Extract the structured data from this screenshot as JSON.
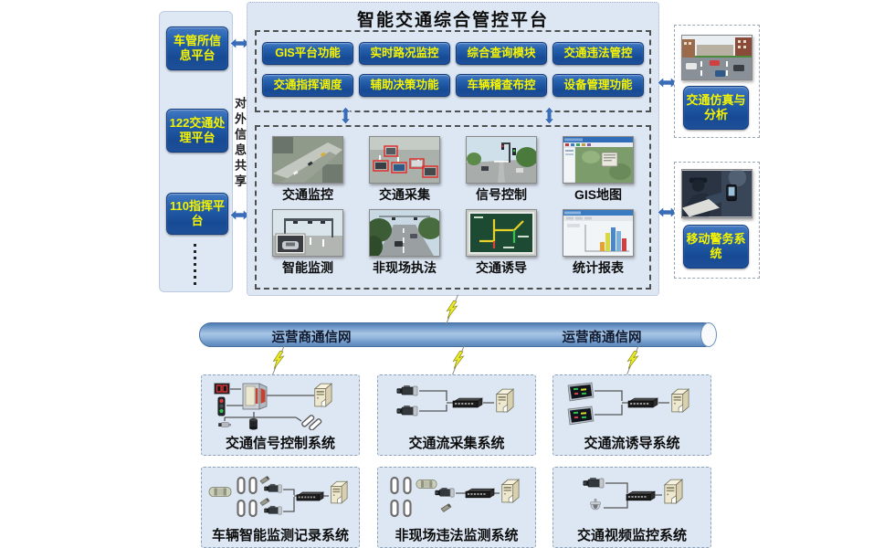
{
  "platform": {
    "title": "智能交通综合管控平台",
    "functions": [
      "GIS平台功能",
      "实时路况监控",
      "综合查询模块",
      "交通违法管控",
      "交通指挥调度",
      "辅助决策功能",
      "车辆稽查布控",
      "设备管理功能"
    ],
    "applications": [
      {
        "label": "交通监控",
        "icon": "traffic-surveillance-photo"
      },
      {
        "label": "交通采集",
        "icon": "traffic-capture-photo"
      },
      {
        "label": "信号控制",
        "icon": "signal-control-photo"
      },
      {
        "label": "GIS地图",
        "icon": "gis-map-photo"
      },
      {
        "label": "智能监测",
        "icon": "smart-monitoring-photo"
      },
      {
        "label": "非现场执法",
        "icon": "offsite-enforcement-photo"
      },
      {
        "label": "交通诱导",
        "icon": "traffic-guidance-photo"
      },
      {
        "label": "统计报表",
        "icon": "statistics-report-photo"
      }
    ]
  },
  "external": {
    "share_label": "对外信息共享",
    "platforms": [
      "车管所信息平台",
      "122交通处理平台",
      "110指挥平台"
    ],
    "ellipsis": "……"
  },
  "right_systems": [
    {
      "label": "交通仿真与分析",
      "image": "traffic-simulation-photo"
    },
    {
      "label": "移动警务系统",
      "image": "mobile-police-photo"
    }
  ],
  "network": {
    "left_label": "运营商通信网",
    "right_label": "运营商通信网"
  },
  "field_systems": [
    {
      "label": "交通信号控制系统",
      "icons": [
        "countdown-display",
        "traffic-light",
        "signal-cabinet",
        "server",
        "camera",
        "detector-cylinder",
        "ground-loops"
      ]
    },
    {
      "label": "交通流采集系统",
      "icons": [
        "camera",
        "camera",
        "network-switch",
        "server"
      ]
    },
    {
      "label": "交通流诱导系统",
      "icons": [
        "vms-board",
        "vms-board",
        "network-switch",
        "server"
      ]
    },
    {
      "label": "车辆智能监测记录系统",
      "icons": [
        "car",
        "ground-loops",
        "flash-lamp",
        "camera",
        "network-switch",
        "server"
      ]
    },
    {
      "label": "非现场违法监测系统",
      "icons": [
        "ground-loops",
        "car",
        "camera",
        "flash-lamp",
        "network-switch",
        "server"
      ]
    },
    {
      "label": "交通视频监控系统",
      "icons": [
        "camera",
        "dome-camera",
        "network-switch",
        "server"
      ]
    }
  ],
  "colors": {
    "button_blue": "#1d509a",
    "button_text_yellow": "#f6f400",
    "panel_fill": "#dde7f3",
    "pipe_blue": "#6d97c8",
    "bolt_yellow": "#eaea28",
    "arrow_blue": "#3a6db8"
  }
}
